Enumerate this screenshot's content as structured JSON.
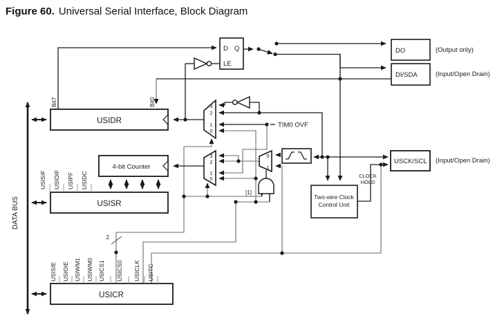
{
  "title": {
    "figure_label": "Figure 60.",
    "figure_title": "Universal Serial Interface, Block Diagram"
  },
  "data_bus_label": "DATA BUS",
  "registers": {
    "usidr": "USIDR",
    "usisr": "USISR",
    "usicr": "USICR",
    "counter": "4-bit Counter"
  },
  "latch": {
    "d": "D",
    "q": "Q",
    "le": "LE"
  },
  "pins": {
    "do": {
      "name": "DO",
      "note": "(Output only)"
    },
    "di": {
      "name": "DI/SDA",
      "note": "(Input/Open Drain)"
    },
    "usck": {
      "name": "USCK/SCL",
      "note": "(Input/Open Drain)"
    }
  },
  "blocks": {
    "two_wire_line1": "Two-wire Clock",
    "two_wire_line2": "Control Unit",
    "clock_hold_line1": "CLOCK",
    "clock_hold_line2": "HOLD"
  },
  "signals": {
    "tim0_ovf": "TIM0 OVF",
    "bit7": "Bit7",
    "bit0": "Bit0",
    "bus_width": "2",
    "footnote_ref": "[1]"
  },
  "usisr_bits": [
    "USISIF",
    "USIOIF",
    "USIPF",
    "USIDC"
  ],
  "usicr_bits": [
    "USISIE",
    "USIOIE",
    "USIWM1",
    "USIWM0",
    "USICS1",
    "USICS0",
    "USICLK",
    "USITC"
  ],
  "mux_labels": {
    "upper": [
      "3",
      "2",
      "1",
      "0"
    ],
    "lower": [
      "3",
      "2",
      "1",
      "0"
    ],
    "two_to_one": [
      "0",
      "1"
    ]
  },
  "colors": {
    "wire_primary": "#1a1a1a",
    "wire_secondary": "#6a6a6a",
    "box_border": "#1a1a1a",
    "background": "#ffffff"
  }
}
